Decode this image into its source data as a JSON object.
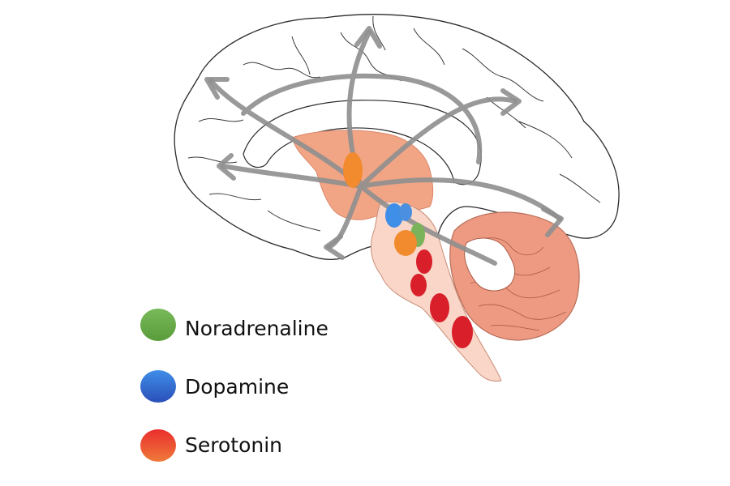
{
  "legend": {
    "items": [
      {
        "label": "Noradrenaline",
        "color": "#6ab04c",
        "icon": "green-dot-icon"
      },
      {
        "label": "Dopamine",
        "color": "#3b6fd1",
        "icon": "blue-dot-icon"
      },
      {
        "label": "Serotonin",
        "color": "#e8443a",
        "icon": "red-orange-dot-icon"
      }
    ]
  },
  "colors": {
    "outline": "#2b2b2b",
    "tissue_salmon": "#f2a585",
    "tissue_light": "#f9d6c8",
    "cerebellum": "#ee9a82",
    "arrows": "#8f8f8f",
    "orange_nucleus": "#f28a2e",
    "red_nucleus": "#d81f2a"
  }
}
